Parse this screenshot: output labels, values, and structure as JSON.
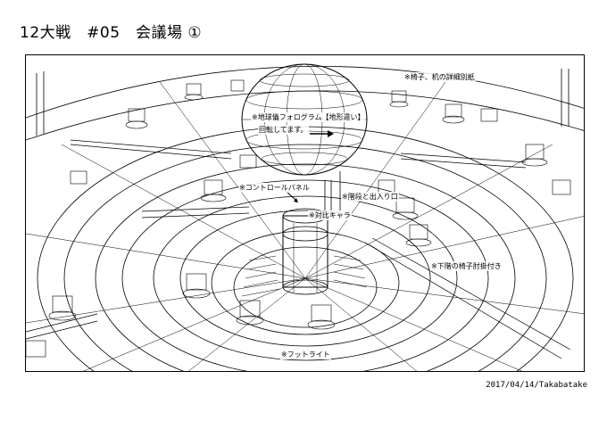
{
  "header": {
    "title": "12大戦　#05　会議場 ①"
  },
  "notes": {
    "chair_details": "※椅子、机の詳細別紙",
    "globe_line1": "※地球儀フォログラム【地形違い】",
    "globe_line2": "回転してます。",
    "control_panel": "※コントロールパネル",
    "stairs": "※階段と出入り口",
    "opponent": "※対比キャラ",
    "lower_chairs": "※下階の椅子肘掛付き",
    "footlight": "※フットライト"
  },
  "footer": {
    "credit": "2017/04/14/Takabatake"
  },
  "arrow_icon": "arrow-right-icon"
}
